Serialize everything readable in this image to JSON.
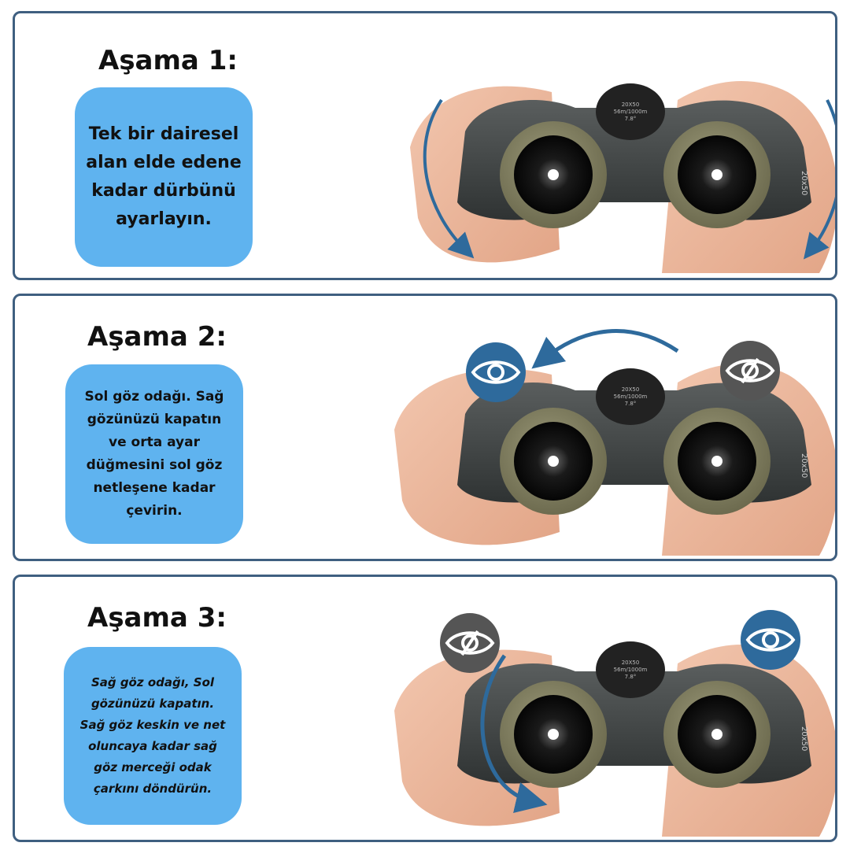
{
  "steps": [
    {
      "title": "Aşama 1:",
      "text_lines": [
        "Tek bir dairesel",
        "alan elde edene",
        "kadar dürbünü",
        "ayarlayın."
      ],
      "binocular_label": "20x50",
      "plate_lines": [
        "20X50",
        "56m/1000m",
        "7.8°"
      ]
    },
    {
      "title": "Aşama 2:",
      "text_lines": [
        "Sol göz odağı. Sağ",
        "gözünüzü kapatın",
        "ve orta ayar",
        "düğmesini sol göz",
        "netleşene kadar",
        "çevirin."
      ],
      "binocular_label": "20x50",
      "plate_lines": [
        "20X50",
        "56m/1000m",
        "7.8°"
      ]
    },
    {
      "title": "Aşama 3:",
      "text_lines": [
        "Sağ göz odağı, Sol",
        "gözünüzü kapatın.",
        "Sağ göz keskin ve net",
        "oluncaya kadar sağ",
        "göz merceği odak",
        "çarkını döndürün."
      ],
      "binocular_label": "20x50",
      "plate_lines": [
        "20X50",
        "56m/1000m",
        "7.8°"
      ]
    }
  ],
  "colors": {
    "panel_border": "#3f5f80",
    "text_box": "#5fb3ef",
    "arrow": "#2e6a9c",
    "eye_open_badge": "#2e6a9c",
    "eye_closed_badge": "#555555"
  },
  "icons": {
    "eye_open": "eye-open-icon",
    "eye_closed": "eye-closed-icon",
    "rotate_arrow": "curved-arrow-icon"
  }
}
